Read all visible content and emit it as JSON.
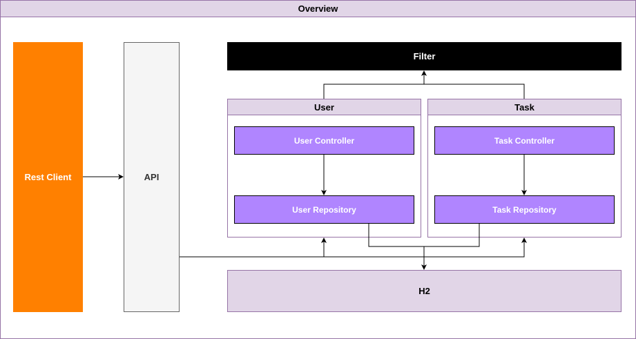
{
  "diagram": {
    "container_title": "Overview",
    "nodes": {
      "rest_client": "Rest Client",
      "api": "API",
      "filter": "Filter",
      "user_group": "User",
      "task_group": "Task",
      "user_controller": "User Controller",
      "user_repository": "User Repository",
      "task_controller": "Task Controller",
      "task_repository": "Task Repository",
      "h2": "H2"
    },
    "edges": [
      {
        "from": "Rest Client",
        "to": "API"
      },
      {
        "from": "User",
        "to": "Filter"
      },
      {
        "from": "Task",
        "to": "Filter"
      },
      {
        "from": "User Controller",
        "to": "User Repository"
      },
      {
        "from": "Task Controller",
        "to": "Task Repository"
      },
      {
        "from": "API",
        "to": "User"
      },
      {
        "from": "API",
        "to": "Task"
      },
      {
        "from": "User Repository",
        "to": "H2"
      },
      {
        "from": "Task Repository",
        "to": "H2"
      }
    ],
    "colors": {
      "container_fill": "#e1d5e7",
      "container_border": "#9673a6",
      "rest_client_fill": "#ff8000",
      "api_fill": "#f5f5f5",
      "filter_fill": "#000000",
      "component_fill": "#b085ff"
    }
  }
}
